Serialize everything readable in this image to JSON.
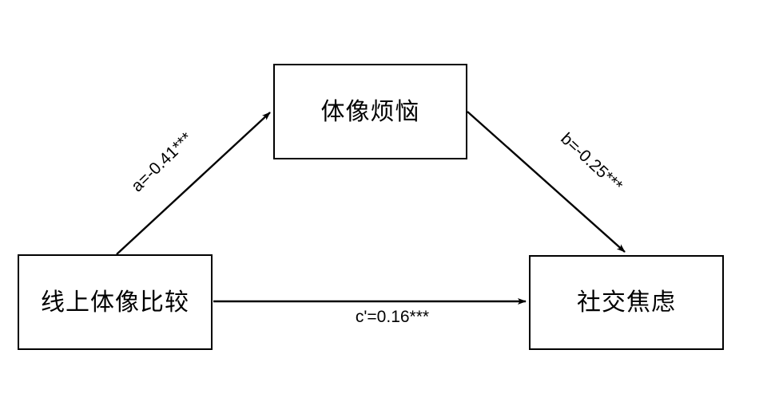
{
  "diagram": {
    "type": "mediation-model",
    "background_color": "#ffffff",
    "stroke_color": "#000000",
    "nodes": [
      {
        "id": "predictor",
        "label": "线上体像比较",
        "role": "independent-variable"
      },
      {
        "id": "mediator",
        "label": "体像烦恼",
        "role": "mediator"
      },
      {
        "id": "outcome",
        "label": "社交焦虑",
        "role": "dependent-variable"
      }
    ],
    "edges": [
      {
        "id": "a",
        "label": "a=-0.41***",
        "from": "predictor",
        "to": "mediator",
        "coefficient": -0.41,
        "significance": "***"
      },
      {
        "id": "b",
        "label": "b=-0.25***",
        "from": "mediator",
        "to": "outcome",
        "coefficient": -0.25,
        "significance": "***"
      },
      {
        "id": "cprime",
        "label": "c'=0.16***",
        "from": "predictor",
        "to": "outcome",
        "coefficient": 0.16,
        "significance": "***"
      }
    ]
  }
}
